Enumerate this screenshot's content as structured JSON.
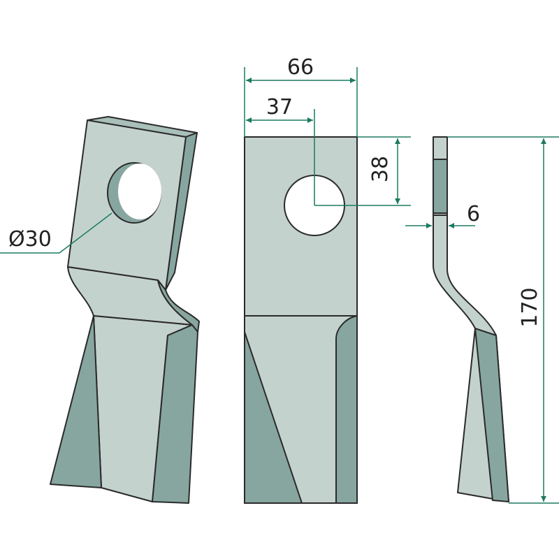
{
  "colors": {
    "light": "#c4d2ce",
    "dark": "#87a6a0",
    "outline": "#2a2a2a",
    "dimension": "#1b7a60"
  },
  "dimensions": {
    "width_total": "66",
    "hole_offset_x": "37",
    "hole_offset_y": "38",
    "thickness": "6",
    "length": "170",
    "hole_diameter": "Ø30"
  }
}
